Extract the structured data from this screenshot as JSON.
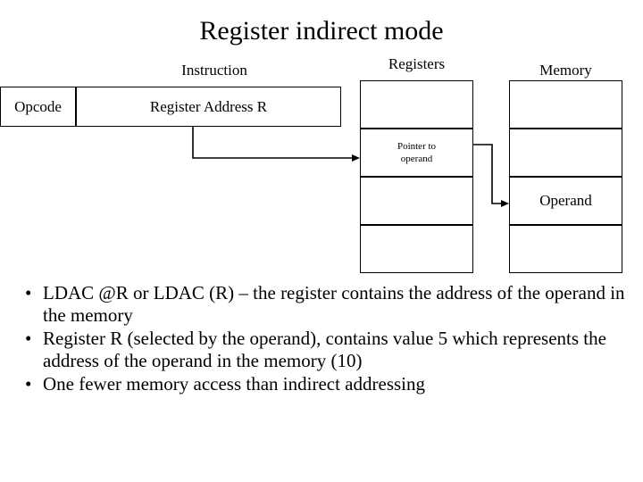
{
  "slide": {
    "title": "Register indirect mode"
  },
  "columns": {
    "instruction_label": "Instruction",
    "registers_label": "Registers",
    "memory_label": "Memory"
  },
  "instruction": {
    "opcode": "Opcode",
    "address_field": "Register Address R"
  },
  "registers": {
    "cells": [
      {
        "text": ""
      },
      {
        "text": "Pointer to",
        "text2": "operand"
      },
      {
        "text": ""
      },
      {
        "text": ""
      }
    ]
  },
  "memory": {
    "cells": [
      {
        "text": ""
      },
      {
        "text": ""
      },
      {
        "text": "Operand"
      },
      {
        "text": ""
      }
    ]
  },
  "arrows": {
    "instruction_to_register": "arrow-instruction-to-register",
    "register_to_memory": "arrow-register-to-memory"
  },
  "bullets": [
    {
      "marker": "•",
      "text": "LDAC @R or LDAC (R) – the register contains the address of the operand in the memory"
    },
    {
      "marker": "•",
      "text": "Register R (selected by the operand), contains value 5 which represents the address of the operand in the memory (10)"
    },
    {
      "marker": "•",
      "text": "One fewer memory access than indirect addressing"
    }
  ]
}
